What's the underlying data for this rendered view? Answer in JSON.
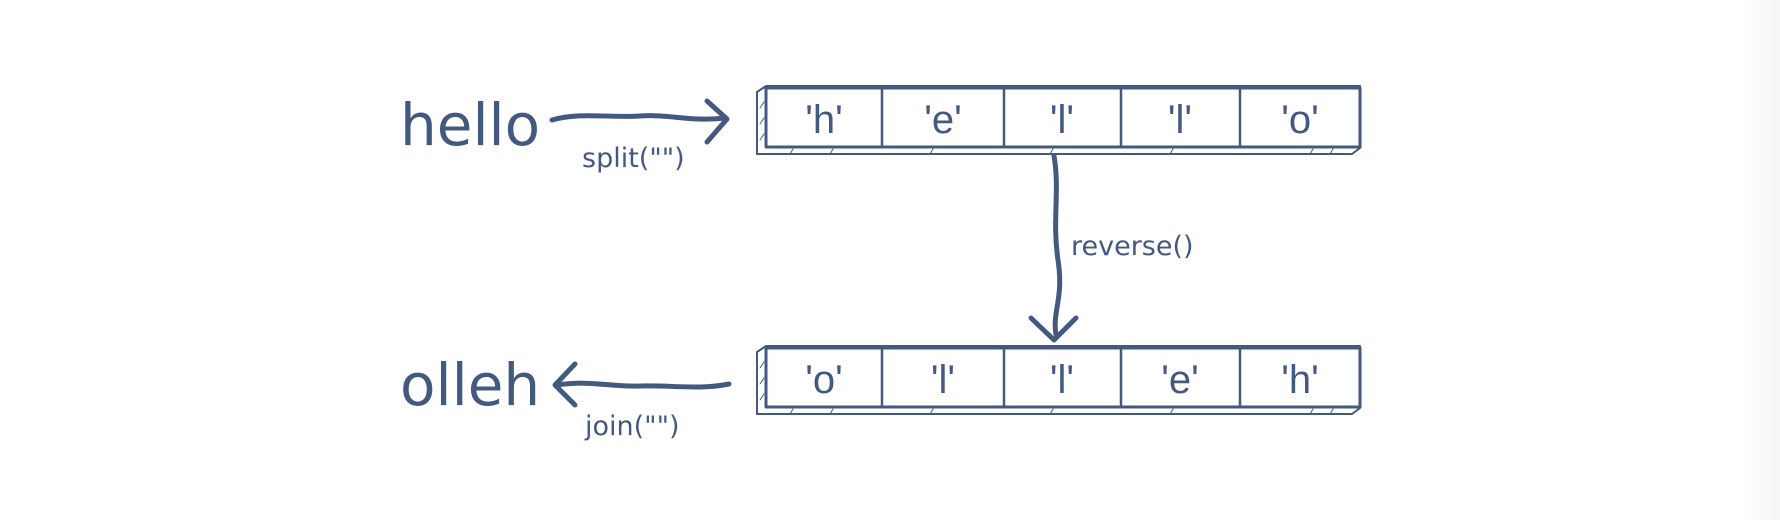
{
  "diagram": {
    "title": "String reverse via split, reverse, join",
    "input_word": "hello",
    "output_word": "olleh",
    "steps": {
      "split_label": "split(\"\")",
      "reverse_label": "reverse()",
      "join_label": "join(\"\")"
    },
    "top_array": [
      "'h'",
      "'e'",
      "'l'",
      "'l'",
      "'o'"
    ],
    "bottom_array": [
      "'o'",
      "'l'",
      "'l'",
      "'e'",
      "'h'"
    ],
    "colors": {
      "ink": "#44597f",
      "background": "#ffffff"
    }
  }
}
